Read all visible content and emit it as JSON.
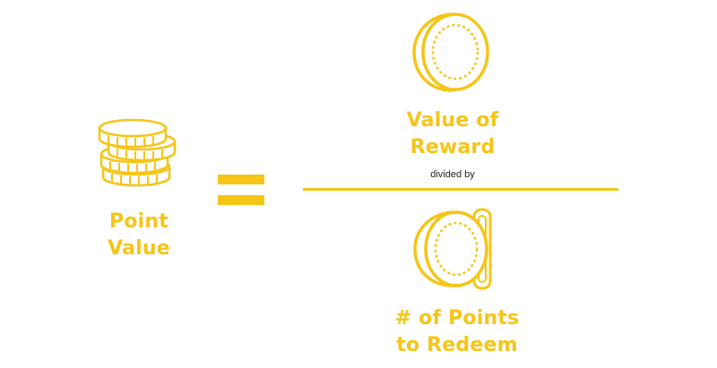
{
  "accent_color": "#f5c518",
  "left": {
    "icon": "coin-stack-icon",
    "label_line1": "Point",
    "label_line2": "Value"
  },
  "equals": {
    "icon": "equals-icon"
  },
  "numerator": {
    "icon": "coin-icon",
    "label_line1": "Value of",
    "label_line2": "Reward"
  },
  "divider_text": "divided by",
  "denominator": {
    "icon": "coins-icon",
    "label_line1": "# of Points",
    "label_line2": "to Redeem"
  }
}
